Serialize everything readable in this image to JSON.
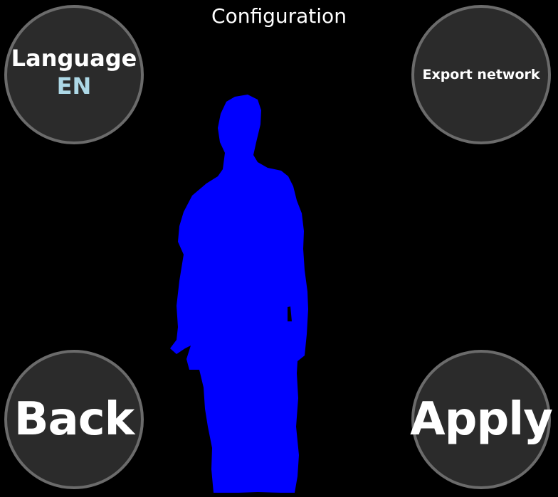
{
  "title": "Configuration",
  "buttons": {
    "language_label": "Language",
    "language_value": "EN",
    "export_label": "Export network",
    "back_label": "Back",
    "apply_label": "Apply"
  },
  "colors": {
    "background": "#000000",
    "button_fill": "#2b2b2b",
    "button_border": "#6b6b6b",
    "language_value": "#add8e6",
    "silhouette": "#0000ff"
  },
  "scene": {
    "silhouette": "person-silhouette"
  }
}
